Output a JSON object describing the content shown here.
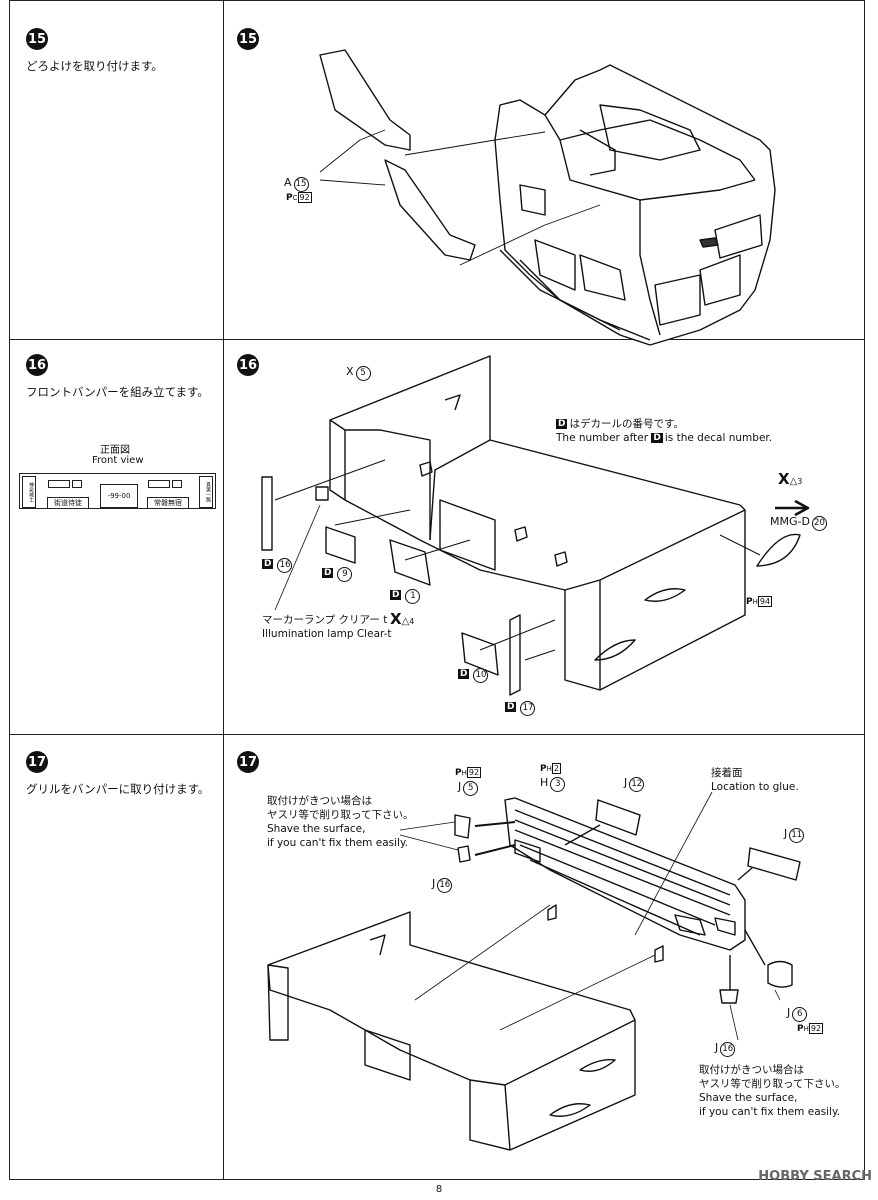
{
  "steps": [
    {
      "num": "15",
      "text": "どろよけを取り付けます。"
    },
    {
      "num": "16",
      "text": "フロントバンパーを組み立てます。"
    },
    {
      "num": "17",
      "text": "グリルをバンパーに取り付けます。"
    }
  ],
  "front_view": {
    "jp": "正面図",
    "en": "Front view",
    "plate_left": "街道侍徒",
    "plate_right": "常磐無宿",
    "plate_mid": "-99-00",
    "side_left": "神泉城士",
    "side_right": "真実一路"
  },
  "step15": {
    "part": "A",
    "part_num": "15",
    "paint": "C",
    "paint_num": "92"
  },
  "step16": {
    "part_x": "X",
    "part_x_num": "5",
    "decal_note_jp": "はデカールの番号です。",
    "decal_note_en_a": "The number after",
    "decal_note_en_b": "is the decal number.",
    "decal_letter": "D",
    "decals": [
      "16",
      "9",
      "1",
      "10",
      "17"
    ],
    "x_code": "X",
    "x_code_num": "3",
    "mmg": "MMG-D",
    "mmg_num": "20",
    "ph": "H",
    "ph_num": "94",
    "lamp_jp": "マーカーランプ クリアー t",
    "lamp_en": "Illumination lamp Clear-t",
    "lamp_code": "X",
    "lamp_code_num": "4"
  },
  "step17": {
    "ph_a": "H",
    "ph_a_num": "92",
    "ph_b": "H",
    "ph_b_num": "2",
    "j5": "J",
    "j5_num": "5",
    "h3": "H",
    "h3_num": "3",
    "j12": "J",
    "j12_num": "12",
    "j11": "J",
    "j11_num": "11",
    "j16a": "J",
    "j16a_num": "16",
    "j6": "J",
    "j6_num": "6",
    "ph_c": "H",
    "ph_c_num": "92",
    "j16b": "J",
    "j16b_num": "16",
    "glue_jp": "接着面",
    "glue_en": "Location to glue.",
    "shave1_jp_a": "取付けがきつい場合は",
    "shave1_jp_b": "ヤスリ等で削り取って下さい。",
    "shave1_en_a": "Shave the surface,",
    "shave1_en_b": "if you can't fix them easily.",
    "shave2_jp_a": "取付けがきつい場合は",
    "shave2_jp_b": "ヤスリ等で削り取って下さい。",
    "shave2_en_a": "Shave the surface,",
    "shave2_en_b": "if you can't fix them easily."
  },
  "page_number": "8",
  "watermark": "HOBBY SEARCH"
}
